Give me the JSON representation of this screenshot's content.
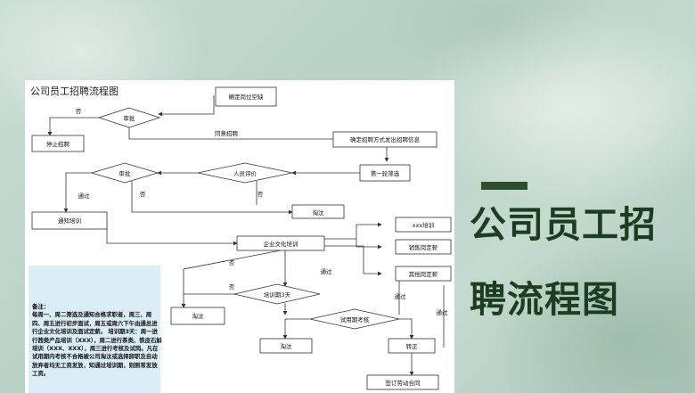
{
  "doc_title": "公司员工招聘流程图",
  "nodes": {
    "confirm": "确定岗位空缺",
    "approve1": "审批",
    "stop": "停止招聘",
    "publish": "确定招聘方式发出招聘信息",
    "first": "第一轮筛选",
    "evaluate": "人员评价",
    "approve2": "审批",
    "notify": "通知培训",
    "eliminate1": "淘汰",
    "culture": "企业文化培训",
    "xxx": "xxx培训",
    "sales": "销售岗定薪",
    "other": "其他岗定薪",
    "train3": "培训期3天",
    "eliminate2": "淘汰",
    "probation": "试用期考核",
    "eliminate3": "淘汰",
    "regular": "转正",
    "contract": "签订劳动合同"
  },
  "labels": {
    "no1": "否",
    "agree": "同意招聘",
    "pass1": "通过",
    "no2": "否",
    "no3": "否",
    "no4": "否",
    "pass2": "通过",
    "no5": "否",
    "pass3": "通过",
    "pass4": "通过"
  },
  "note": {
    "heading": "备注：",
    "body": "每周一、周二筛选及通知合格求职者，周三、周四、周五进行初步面试，周五或周六下午由通总进行企业文化培训及面试定薪。            培训期3天：周一进行茜类产品培训（XXX），周二进行茶类、铁皮石斛培训（XXX、XXX），周三进行考核及试岗。凡在试用期内考核不合格被公司淘汰或选择辞职及自动放弃者均无工资发放，知通过培训期，则照常发放工资。"
  },
  "side_title": {
    "line1": "公司员工招",
    "line2": "聘流程图"
  },
  "colors": {
    "title": "#1c3d22",
    "accent_bar": "#2e4d2e",
    "note_bg": "#dbeef7"
  }
}
